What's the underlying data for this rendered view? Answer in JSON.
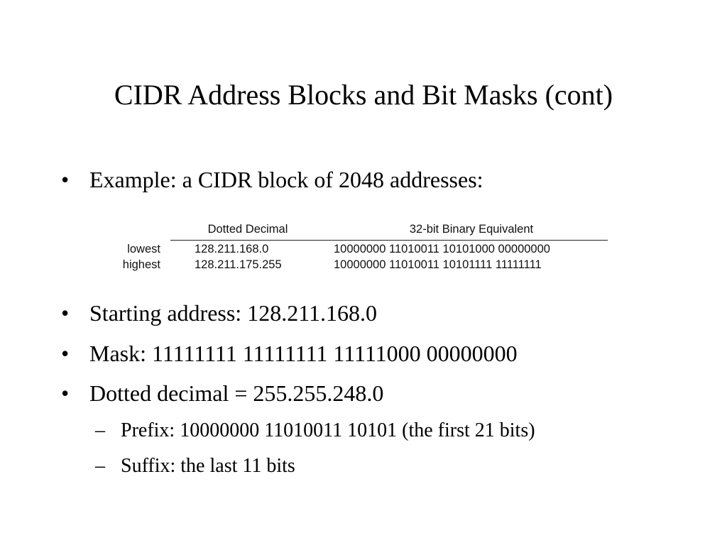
{
  "slide": {
    "title": "CIDR Address Blocks and Bit Masks (cont)",
    "bullets": [
      "Example: a CIDR block of 2048 addresses:",
      "Starting address: 128.211.168.0",
      "Mask: 11111111 11111111 11111000 00000000",
      "Dotted decimal = 255.255.248.0"
    ],
    "bullet_marker": "•",
    "sub_marker": "–",
    "sub_bullets": [
      "Prefix: 10000000 11010011 10101 (the first 21 bits)",
      "Suffix: the last 11 bits"
    ]
  },
  "table": {
    "headers": [
      "Dotted Decimal",
      "32-bit Binary Equivalent"
    ],
    "rows": [
      {
        "label": "lowest",
        "dotted": "128.211.168.0",
        "binary": "10000000 11010011 10101000 00000000"
      },
      {
        "label": "highest",
        "dotted": "128.211.175.255",
        "binary": "10000000 11010011 10101111 11111111"
      }
    ]
  }
}
